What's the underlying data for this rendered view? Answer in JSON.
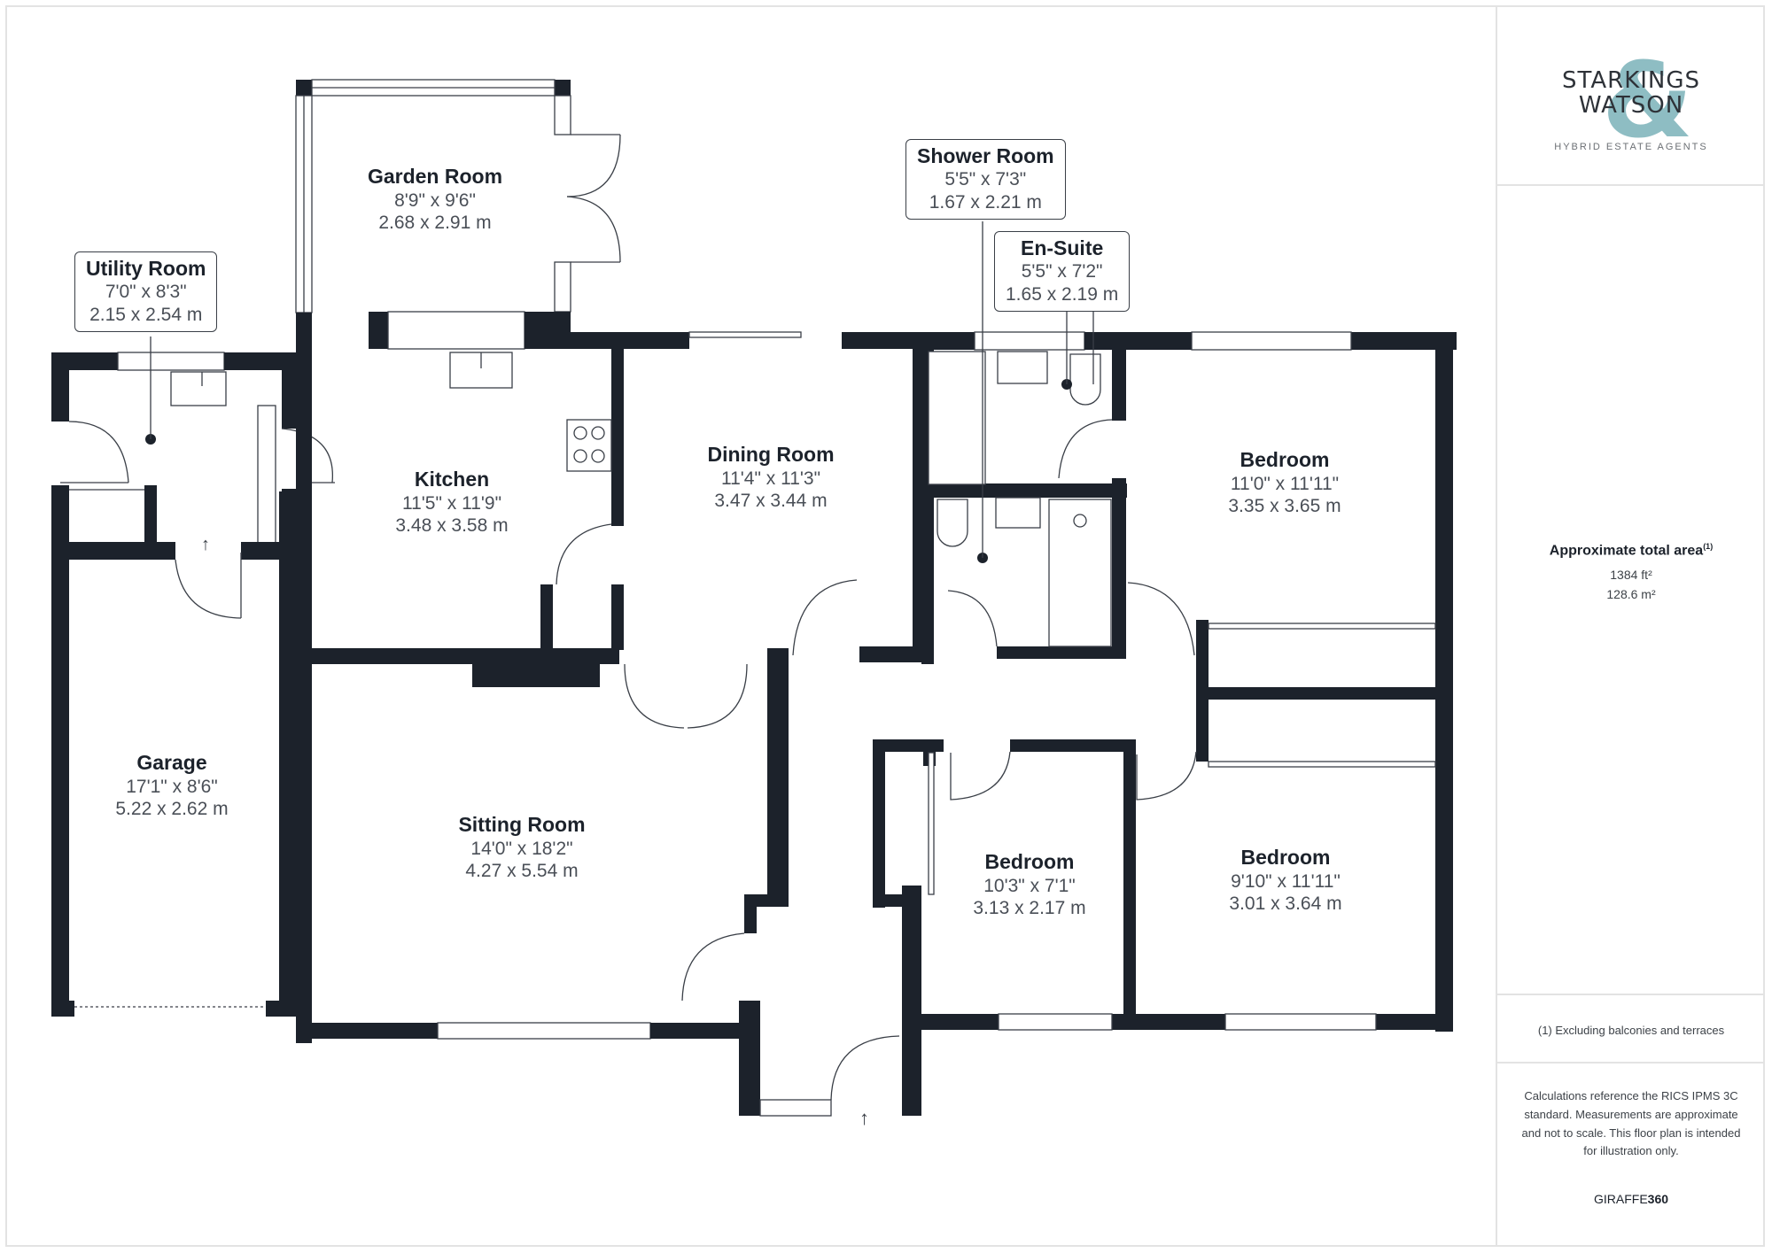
{
  "rooms": {
    "garden_room": {
      "name": "Garden Room",
      "imperial": "8'9\" x 9'6\"",
      "metric": "2.68 x 2.91 m"
    },
    "utility_room": {
      "name": "Utility Room",
      "imperial": "7'0\" x 8'3\"",
      "metric": "2.15 x 2.54 m"
    },
    "kitchen": {
      "name": "Kitchen",
      "imperial": "11'5\" x 11'9\"",
      "metric": "3.48 x 3.58 m"
    },
    "dining_room": {
      "name": "Dining Room",
      "imperial": "11'4\" x 11'3\"",
      "metric": "3.47 x 3.44 m"
    },
    "shower_room": {
      "name": "Shower Room",
      "imperial": "5'5\" x 7'3\"",
      "metric": "1.67 x 2.21 m"
    },
    "en_suite": {
      "name": "En-Suite",
      "imperial": "5'5\" x 7'2\"",
      "metric": "1.65 x 2.19 m"
    },
    "bedroom_1": {
      "name": "Bedroom",
      "imperial": "11'0\" x 11'11\"",
      "metric": "3.35 x 3.65 m"
    },
    "garage": {
      "name": "Garage",
      "imperial": "17'1\" x 8'6\"",
      "metric": "5.22 x 2.62 m"
    },
    "sitting_room": {
      "name": "Sitting Room",
      "imperial": "14'0\" x 18'2\"",
      "metric": "4.27 x 5.54 m"
    },
    "bedroom_2": {
      "name": "Bedroom",
      "imperial": "10'3\" x 7'1\"",
      "metric": "3.13 x 2.17 m"
    },
    "bedroom_3": {
      "name": "Bedroom",
      "imperial": "9'10\" x 11'11\"",
      "metric": "3.01 x 3.64 m"
    }
  },
  "sidebar": {
    "logo": {
      "line1": "STARKINGS",
      "line2": "WATSON",
      "ampersand": "&",
      "tagline": "HYBRID ESTATE AGENTS",
      "accent_color": "#8ebdc3"
    },
    "area": {
      "title": "Approximate total area",
      "footnote_marker": "(1)",
      "imperial": "1384 ft²",
      "metric": "128.6 m²"
    },
    "footnote": "(1) Excluding balconies and terraces",
    "disclaimer": "Calculations reference the RICS IPMS 3C standard. Measurements are approximate and not to scale. This floor plan is intended for illustration only.",
    "brand": {
      "prefix": "GIRAFFE",
      "suffix": "360"
    }
  },
  "colors": {
    "wall": "#1c222b",
    "border": "#e3e3e3",
    "text_dim": "#4a4f57"
  }
}
